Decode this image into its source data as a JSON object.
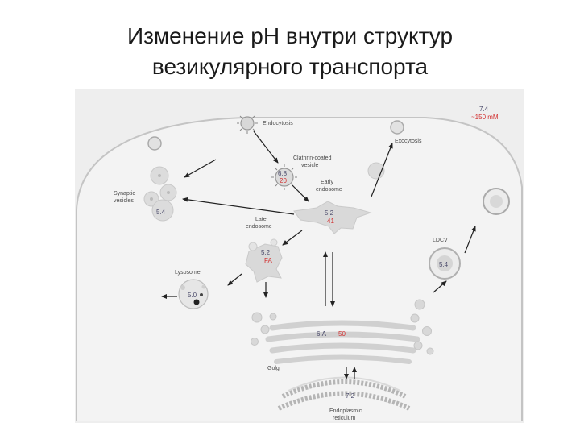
{
  "title": {
    "line1": "Изменение pH внутри структур",
    "line2": "везикулярного транспорта"
  },
  "diagram": {
    "labels": {
      "endocytosis": "Endocytosis",
      "clathrin": "Clathrin-coated",
      "vesicle": "vesicle",
      "early_1": "Early",
      "early_2": "endosome",
      "exocytosis": "Exocytosis",
      "synaptic_1": "Synaptic",
      "synaptic_2": "vesicles",
      "late_1": "Late",
      "late_2": "endosome",
      "lysosome": "Lysosome",
      "ldcv": "LDCV",
      "golgi": "Golgi",
      "er_1": "Endoplasmic",
      "er_2": "reticulum"
    },
    "values": {
      "extracellular_ph": "7.4",
      "extracellular_na": "~150 mM",
      "clathrin_ph": "6.8",
      "clathrin_na": "20",
      "early_ph": "5.2",
      "early_na": "41",
      "synaptic_ph": "5.4",
      "late_ph": "5.2",
      "late_na": "FA",
      "lysosome_ph": "5.0",
      "ldcv_ph": "5.4",
      "golgi_ph": "6.A",
      "golgi_na": "50",
      "er_ph": "7.2"
    },
    "colors": {
      "background": "#eeeeee",
      "organelle_fill": "#dcdcdc",
      "membrane": "#a9a9a9",
      "arrow": "#222222",
      "red_value": "#d23030"
    }
  }
}
